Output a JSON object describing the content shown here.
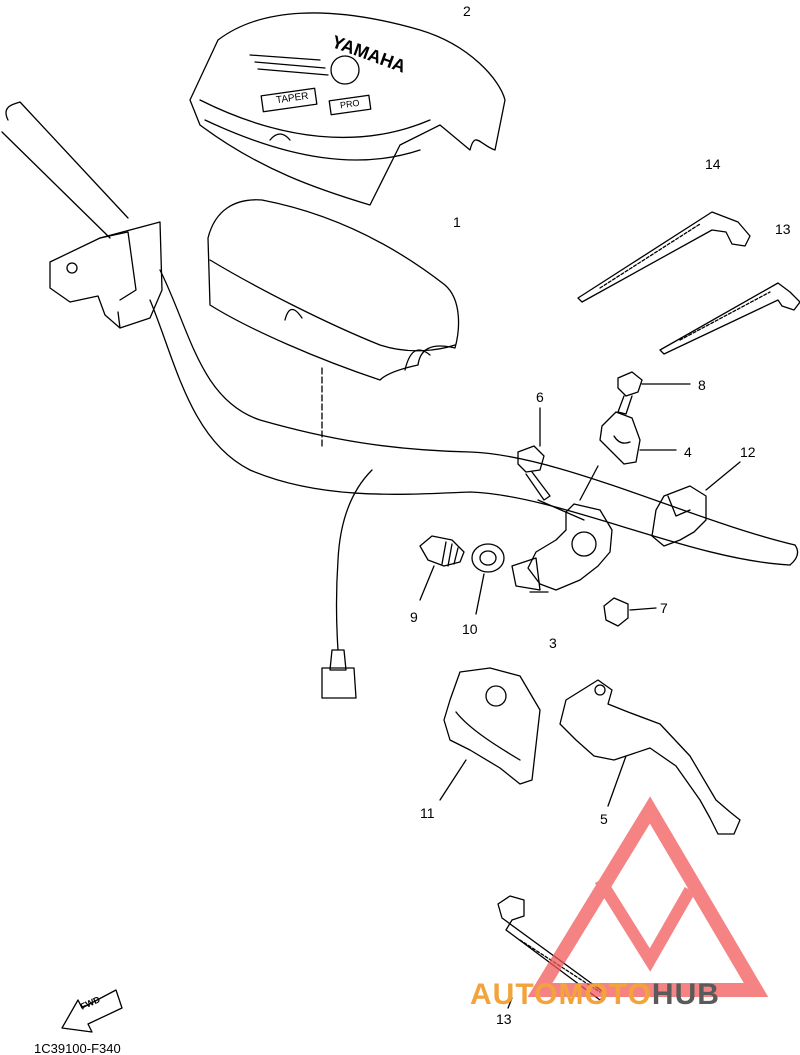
{
  "parts": [
    {
      "id": "2",
      "label": "2"
    },
    {
      "id": "1",
      "label": "1"
    },
    {
      "id": "14",
      "label": "14"
    },
    {
      "id": "13a",
      "label": "13"
    },
    {
      "id": "8",
      "label": "8"
    },
    {
      "id": "6",
      "label": "6"
    },
    {
      "id": "4",
      "label": "4"
    },
    {
      "id": "12",
      "label": "12"
    },
    {
      "id": "9",
      "label": "9"
    },
    {
      "id": "10",
      "label": "10"
    },
    {
      "id": "3",
      "label": "3"
    },
    {
      "id": "7",
      "label": "7"
    },
    {
      "id": "11",
      "label": "11"
    },
    {
      "id": "5",
      "label": "5"
    },
    {
      "id": "13b",
      "label": "13"
    }
  ],
  "pad_cover": {
    "brand": "YAMAHA",
    "badge_left": "TAPER",
    "badge_right": "PRO"
  },
  "fwd_arrow": {
    "label": "FWD"
  },
  "footer": {
    "code": "1C39100-F340"
  },
  "watermark": {
    "part_a": "AUTOMOTO",
    "part_b": "HUB"
  },
  "colors": {
    "line": "#000000",
    "watermark_red": "#f25a5a",
    "watermark_orange": "#f3a33c",
    "watermark_grey": "#5a5a5a"
  }
}
